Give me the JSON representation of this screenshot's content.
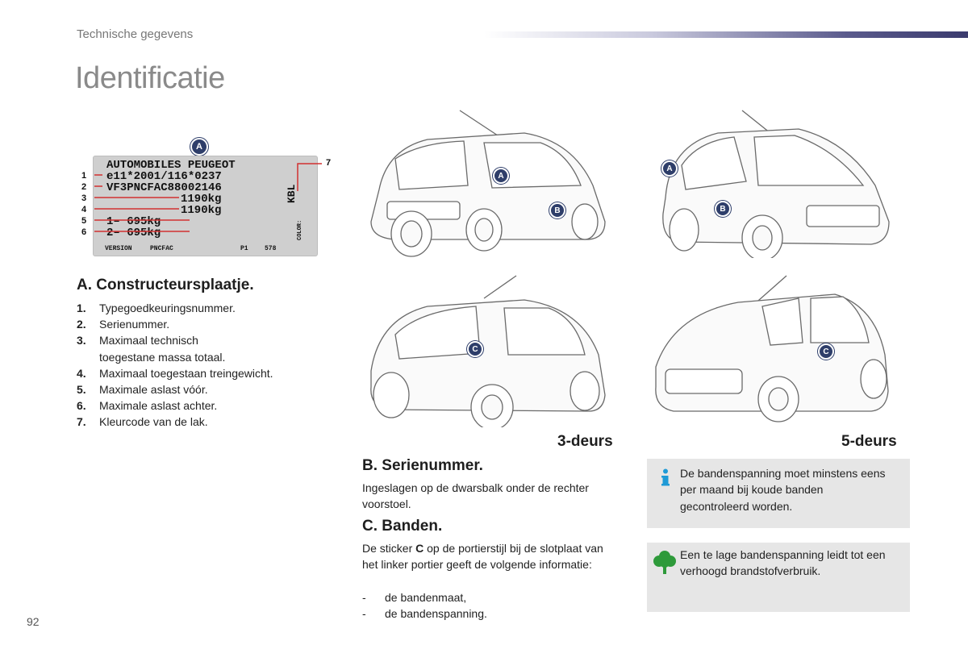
{
  "header": {
    "section": "Technische gegevens"
  },
  "page_title": "Identificatie",
  "plate": {
    "badge": "A",
    "brand": "AUTOMOBILES PEUGEOT",
    "rows": [
      {
        "num": "1",
        "value": "e11*2001/116*0237"
      },
      {
        "num": "2",
        "value": "VF3PNCFAC88002146"
      },
      {
        "num": "3",
        "value": "1190kg"
      },
      {
        "num": "4",
        "value": "1190kg"
      },
      {
        "num": "5",
        "value": "1– 695kg"
      },
      {
        "num": "6",
        "value": "2– 695kg"
      }
    ],
    "num7": "7",
    "color_code": "KBL",
    "color_label": "COLOR:",
    "footer": [
      "VERSION",
      "PNCFAC",
      "P1",
      "578"
    ]
  },
  "section_a": {
    "title": "A. Constructeursplaatje.",
    "items": [
      {
        "num": "1.",
        "text": "Typegoedkeuringsnummer."
      },
      {
        "num": "2.",
        "text": "Serienummer."
      },
      {
        "num": "3.",
        "text": "Maximaal technisch toegestane massa totaal."
      },
      {
        "num": "4.",
        "text": "Maximaal toegestaan treingewicht."
      },
      {
        "num": "5.",
        "text": "Maximale aslast vóór."
      },
      {
        "num": "6.",
        "text": "Maximale aslast achter."
      },
      {
        "num": "7.",
        "text": "Kleurcode van de lak."
      }
    ]
  },
  "captions": {
    "three_door": "3-deurs",
    "five_door": "5-deurs"
  },
  "badges": {
    "a": "A",
    "b": "B",
    "c": "C"
  },
  "section_b": {
    "title": "B. Serienummer.",
    "text": "Ingeslagen op de dwarsbalk onder de rechter voorstoel."
  },
  "section_c": {
    "title": "C. Banden.",
    "intro_before": "De sticker ",
    "intro_bold": "C",
    "intro_after": " op de portierstijl bij de slotplaat van het linker portier geeft de volgende informatie:",
    "items": [
      {
        "dash": "-",
        "text": "de bandenmaat,"
      },
      {
        "dash": "-",
        "text": "de bandenspanning."
      }
    ]
  },
  "info_box": {
    "icon": "info-icon",
    "text": "De bandenspanning moet minstens eens per maand bij koude banden gecontroleerd worden."
  },
  "eco_box": {
    "icon": "tree-icon",
    "text": "Een te lage bandenspanning leidt tot een verhoogd brandstofverbruik."
  },
  "page_number": "92",
  "colors": {
    "badge": "#2e3e6a",
    "accent_bar": "#3b3b6e",
    "info_icon": "#1f9ad6",
    "eco_icon": "#2e9a3a",
    "box_bg": "#e6e6e6"
  }
}
